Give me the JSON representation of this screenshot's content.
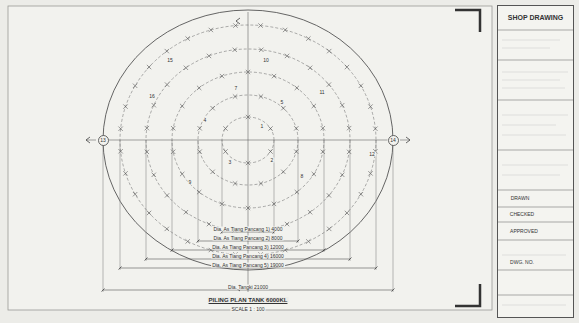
{
  "diagram": {
    "caption": "PILING PLAN TANK 6000KL",
    "nodes": [
      {
        "text": [
          "SHOP DRAWING"
        ]
      },
      {
        "text": [
          "13"
        ]
      },
      {
        "text": [
          "14"
        ]
      }
    ],
    "edges": [
      {
        "from": 1,
        "to": 2,
        "arrow": "none"
      }
    ],
    "labels": [
      "Dia. As Tiang Pancang 1) 4000",
      "Dia. As Tiang Pancang 2) 8000",
      "Dia. As Tiang Pancang 3) 12000",
      "Dia. As Tiang Pancang 4) 16000",
      "Dia. As Tiang Pancang 5) 19000",
      "Dia. Tangki 21000",
      "SCALE 1 : 100",
      "1",
      "2",
      "3",
      "4",
      "5",
      "7",
      "8",
      "9",
      "10",
      "11",
      "12",
      "15",
      "16",
      "DRAWN",
      "CHECKED",
      "APPROVED",
      "DWG. NO."
    ]
  }
}
